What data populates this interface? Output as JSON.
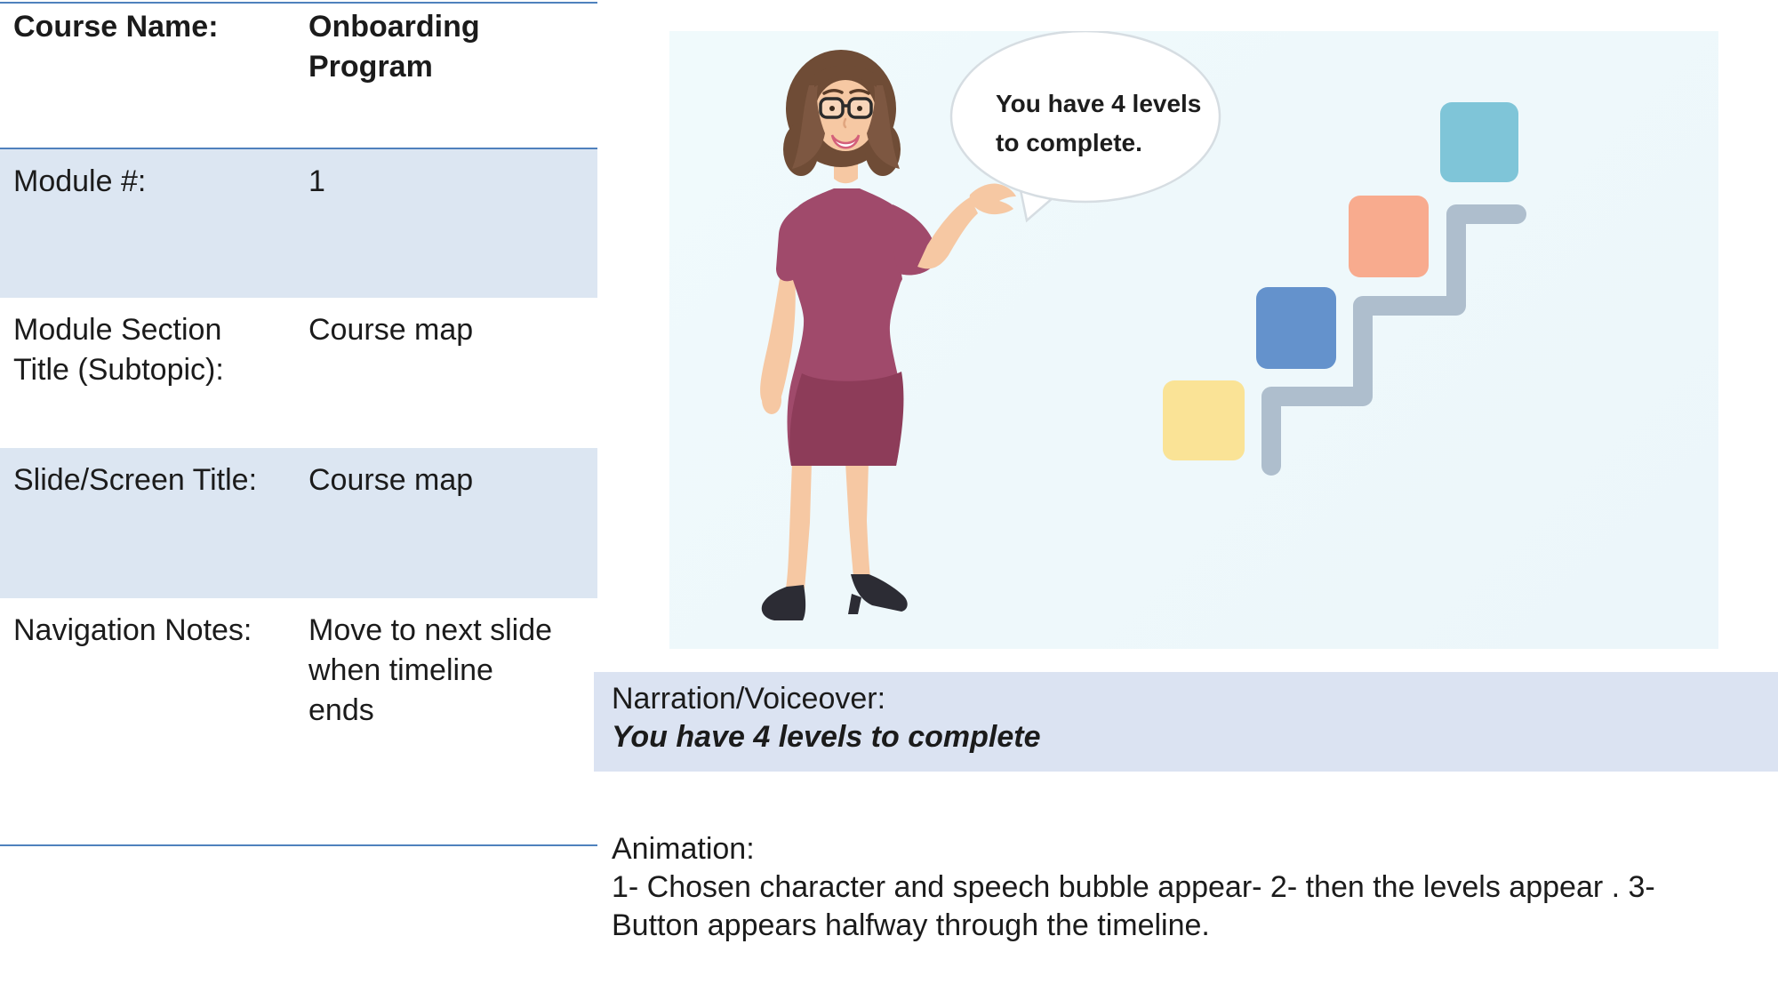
{
  "storyboard": {
    "table": {
      "rows": [
        {
          "label": "Course Name:",
          "value": "Onboarding Program"
        },
        {
          "label": "Module #:",
          "value": "1"
        },
        {
          "label": "Module Section Title (Subtopic):",
          "value": "Course map"
        },
        {
          "label": "Slide/Screen Title:",
          "value": "Course map"
        },
        {
          "label": "Navigation Notes:",
          "value": "Move to next slide when timeline ends"
        }
      ],
      "border_color": "#4f81bd",
      "shaded_row_color": "#dce6f2"
    },
    "slide": {
      "character": "woman-presenter-with-glasses",
      "speech_bubble": {
        "line1": "You have 4 levels",
        "line2": "to complete."
      },
      "levels": [
        {
          "name": "level-1",
          "color": "#fae396"
        },
        {
          "name": "level-2",
          "color": "#6492cc"
        },
        {
          "name": "level-3",
          "color": "#f8ab8e"
        },
        {
          "name": "level-4",
          "color": "#7fc5d8"
        }
      ],
      "staircase_color": "#aebecd",
      "background_color": "#edf7fa"
    },
    "narration": {
      "label": "Narration/Voiceover:",
      "text": "You have 4 levels to complete",
      "background_color": "#dbe3f2"
    },
    "animation": {
      "label": "Animation:",
      "line1": "1- Chosen character and speech bubble appear- 2- then the levels appear . 3-",
      "line2": "Button appears halfway through the timeline."
    }
  }
}
